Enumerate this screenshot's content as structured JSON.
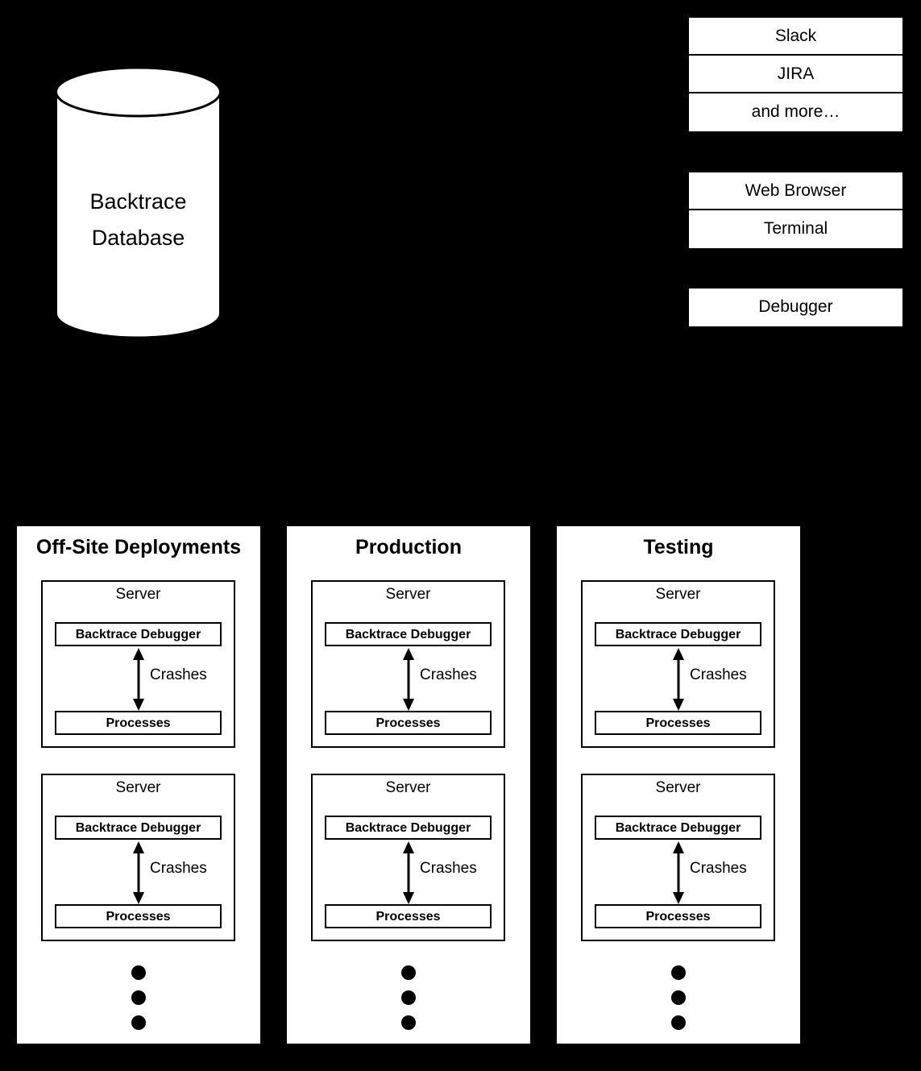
{
  "database": {
    "name": "backtrace-database",
    "label_line1": "Backtrace",
    "label_line2": "Database",
    "shape": "cylinder",
    "fill": "#ffffff",
    "stroke": "#000000"
  },
  "right_panel": {
    "groups": [
      {
        "name": "integrations",
        "rows": [
          {
            "label": "Slack"
          },
          {
            "label": "JIRA"
          },
          {
            "label": "and more…"
          }
        ]
      },
      {
        "name": "clients",
        "rows": [
          {
            "label": "Web Browser"
          },
          {
            "label": "Terminal"
          }
        ]
      },
      {
        "name": "debugger",
        "rows": [
          {
            "label": "Debugger"
          }
        ]
      }
    ]
  },
  "environments": [
    {
      "name": "off-site-deployments",
      "title": "Off-Site Deployments",
      "servers": [
        {
          "title": "Server",
          "debugger_label": "Backtrace Debugger",
          "arrow_label": "Crashes",
          "processes_label": "Processes"
        },
        {
          "title": "Server",
          "debugger_label": "Backtrace Debugger",
          "arrow_label": "Crashes",
          "processes_label": "Processes"
        }
      ],
      "more_indicator": "vertical-ellipsis"
    },
    {
      "name": "production",
      "title": "Production",
      "servers": [
        {
          "title": "Server",
          "debugger_label": "Backtrace Debugger",
          "arrow_label": "Crashes",
          "processes_label": "Processes"
        },
        {
          "title": "Server",
          "debugger_label": "Backtrace Debugger",
          "arrow_label": "Crashes",
          "processes_label": "Processes"
        }
      ],
      "more_indicator": "vertical-ellipsis"
    },
    {
      "name": "testing",
      "title": "Testing",
      "servers": [
        {
          "title": "Server",
          "debugger_label": "Backtrace Debugger",
          "arrow_label": "Crashes",
          "processes_label": "Processes"
        },
        {
          "title": "Server",
          "debugger_label": "Backtrace Debugger",
          "arrow_label": "Crashes",
          "processes_label": "Processes"
        }
      ],
      "more_indicator": "vertical-ellipsis"
    }
  ],
  "colors": {
    "background": "#000000",
    "surface": "#ffffff",
    "stroke": "#000000",
    "text": "#000000"
  }
}
